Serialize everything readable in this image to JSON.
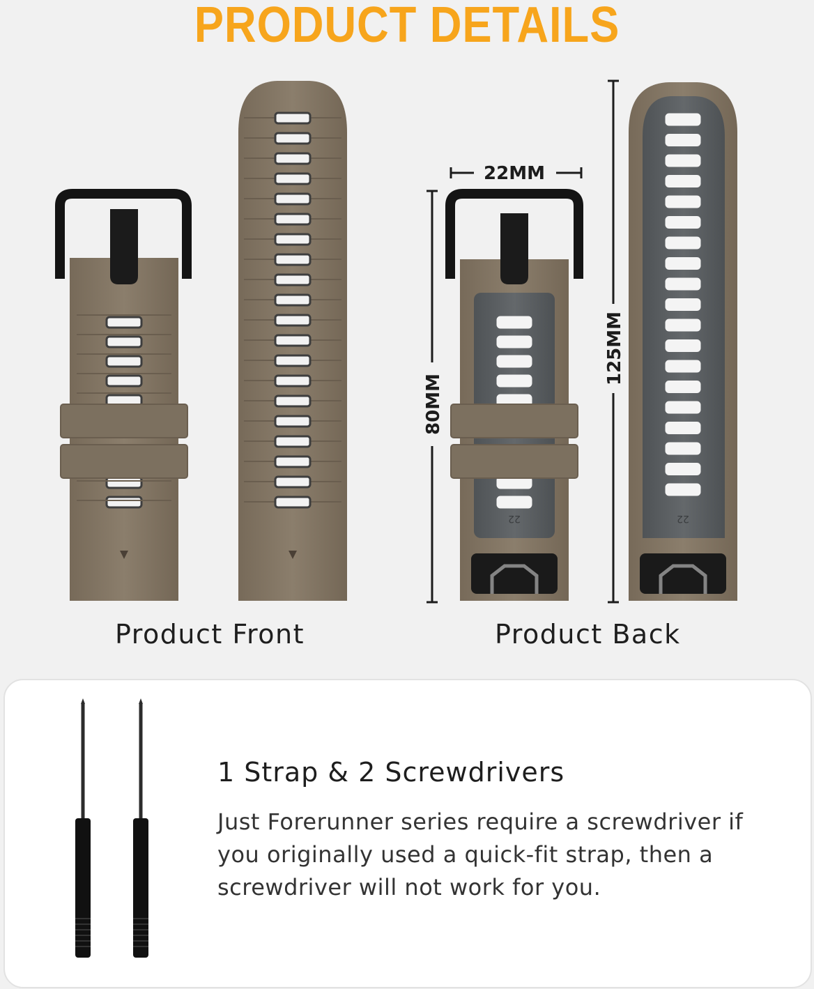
{
  "header": {
    "title": "PRODUCT DETAILS"
  },
  "front": {
    "caption": "Product Front"
  },
  "back": {
    "caption": "Product Back",
    "width_label": "22MM",
    "short_length_label": "80MM",
    "long_length_label": "125MM",
    "size_marking": "22"
  },
  "accessories": {
    "title": "1 Strap & 2 Screwdrivers",
    "description": "Just Forerunner series require a screwdriver if you originally used a quick-fit strap, then a screwdriver will not work for you."
  },
  "colors": {
    "title": "#f7a51c",
    "strap": "#857765",
    "strap_inner": "#5f6366",
    "buckle": "#141414"
  }
}
